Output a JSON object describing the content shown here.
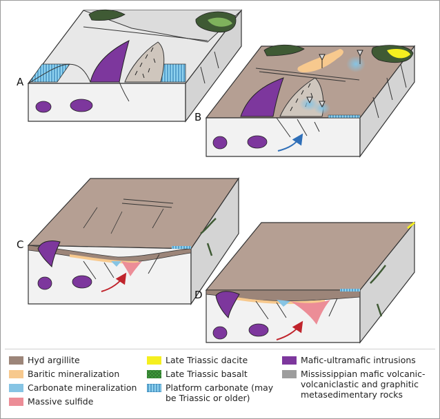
{
  "panels": [
    {
      "label": "A"
    },
    {
      "label": "B"
    },
    {
      "label": "C"
    },
    {
      "label": "D"
    }
  ],
  "colors": {
    "argillite": "#9c8579",
    "baritic": "#f7c98e",
    "carbonate_min": "#86c4e4",
    "massive_sulfide": "#ec8d97",
    "dacite": "#f5ef1f",
    "basalt": "#3f9a3c",
    "platform": "#8fd2ef",
    "mafic": "#7d379d",
    "mississippian": "#9d9d9d",
    "block_top": "#e6e6e6",
    "block_side": "#d2d2d2",
    "block_front": "#f0f0f0",
    "dark_green": "#3f5a34"
  },
  "legend": [
    {
      "label": "Hyd argillite",
      "color": "#9c8579",
      "pattern": "solid"
    },
    {
      "label": "Baritic mineralization",
      "color": "#f7c98e",
      "pattern": "solid"
    },
    {
      "label": "Carbonate mineralization",
      "color": "#86c4e4",
      "pattern": "solid"
    },
    {
      "label": "Massive sulfide",
      "color": "#ec8d97",
      "pattern": "solid"
    },
    {
      "label": "Late Triassic dacite",
      "color": "#f5ef1f",
      "pattern": "solid"
    },
    {
      "label": "Late Triassic basalt",
      "color": "#3f9a3c",
      "pattern": "crosshatch"
    },
    {
      "label": "Platform carbonate (may be Triassic or older)",
      "color": "#8fd2ef",
      "pattern": "vertical-lines"
    },
    {
      "label": "Mafic-ultramafic intrusions",
      "color": "#7d379d",
      "pattern": "solid"
    },
    {
      "label": "Mississippian mafic volcanic-volcaniclastic and graphitic metasedimentary rocks",
      "color": "#9d9d9d",
      "pattern": "solid"
    }
  ]
}
